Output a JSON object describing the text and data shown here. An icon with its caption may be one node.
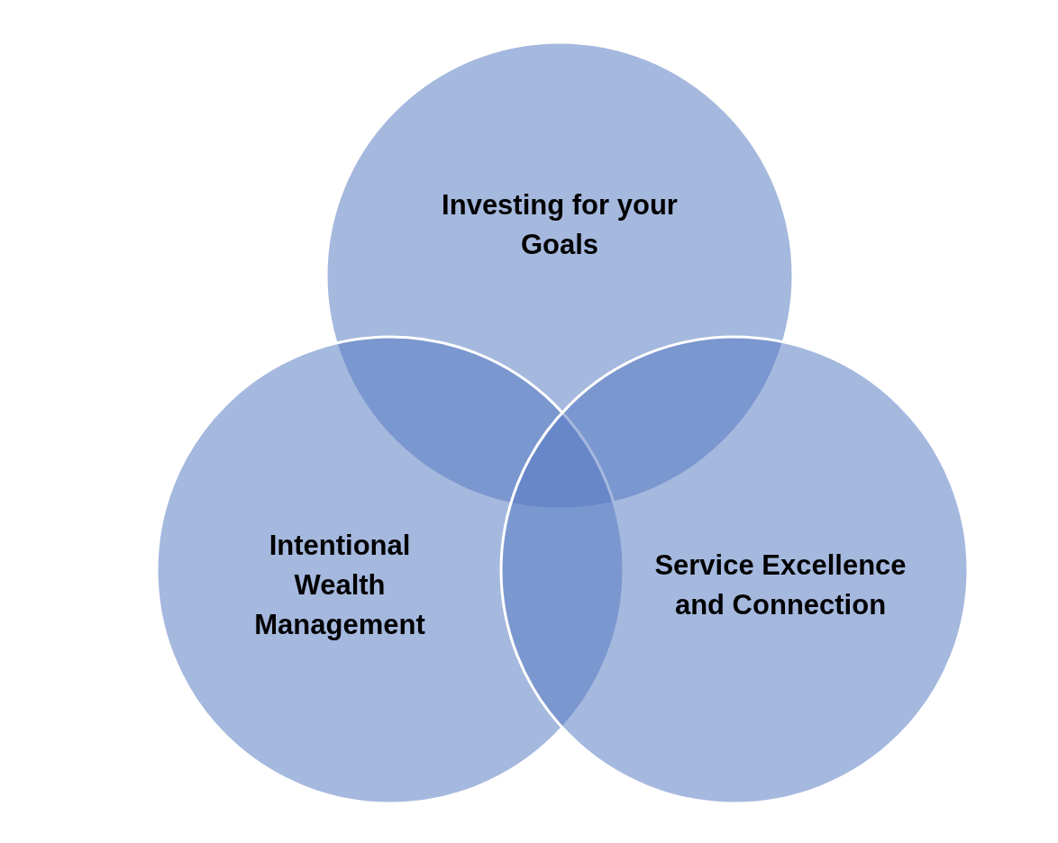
{
  "diagram": {
    "nodes": [
      {
        "text": [
          "Investing for your Goals"
        ]
      },
      {
        "text": [
          "Intentional Wealth Management"
        ]
      },
      {
        "text": [
          "Service Excellence and Connection"
        ]
      }
    ]
  }
}
